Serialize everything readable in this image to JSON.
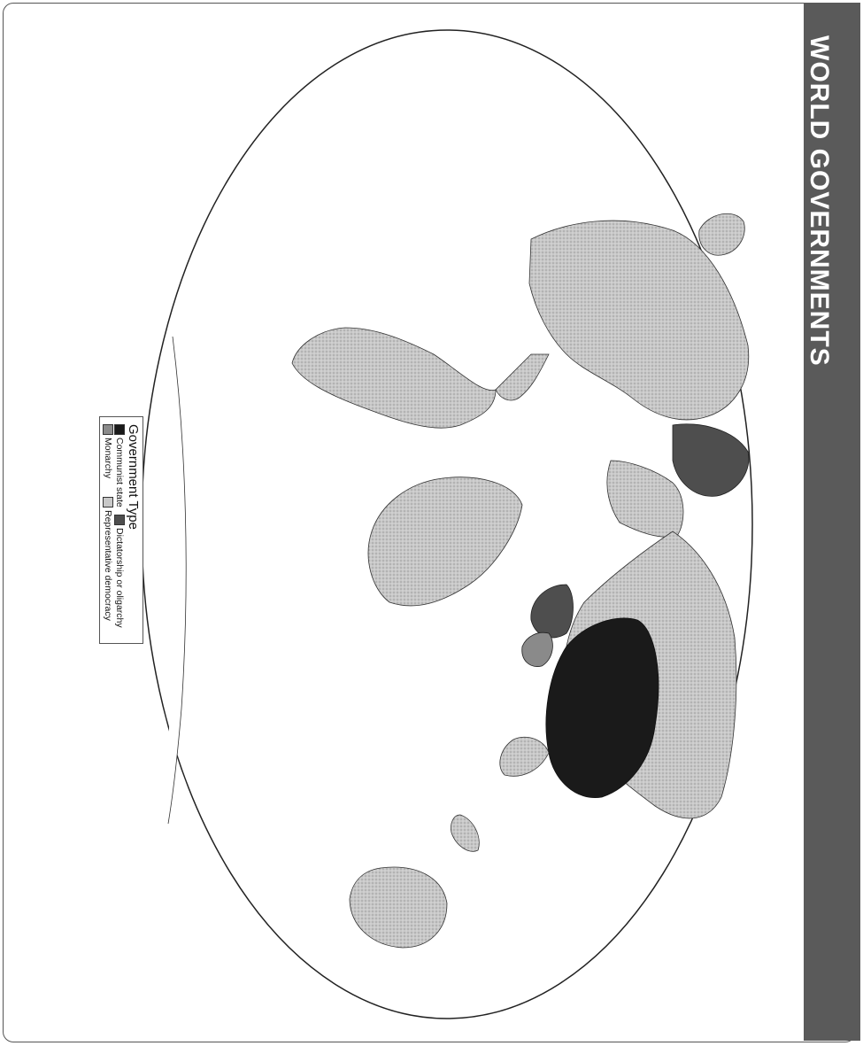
{
  "map": {
    "title": "WORLD GOVERNMENTS",
    "legend": {
      "title": "Government Type",
      "items": [
        {
          "label": "Communist state",
          "color": "#1a1a1a"
        },
        {
          "label": "Dictatorship or oligarchy",
          "color": "#4e4e4e"
        },
        {
          "label": "Monarchy",
          "color": "#8a8a8a"
        },
        {
          "label": "Representative democracy",
          "color": "#c8c8c8"
        }
      ]
    },
    "colors": {
      "background": "#ffffff",
      "title_band": "#5a5a5a",
      "outline": "#222222"
    }
  }
}
